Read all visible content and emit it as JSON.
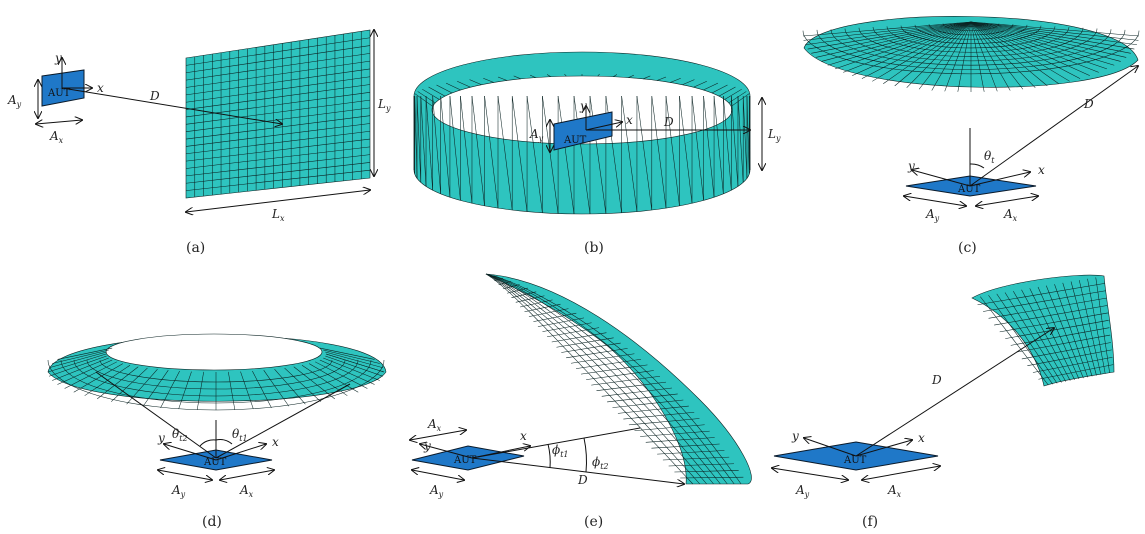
{
  "colors": {
    "mesh": "#2ec4bf",
    "plate": "#1f78c8",
    "line": "#111111"
  },
  "captions": [
    "(a)",
    "(b)",
    "(c)",
    "(d)",
    "(e)",
    "(f)"
  ],
  "labels": {
    "aut": "AUT",
    "x": "x",
    "y": "y",
    "D": "D",
    "Ax_main": "A",
    "Ax_sub": "x",
    "Ay_main": "A",
    "Ay_sub": "y",
    "Lx_main": "L",
    "Lx_sub": "x",
    "Ly_main": "L",
    "Ly_sub": "y",
    "theta": "θ",
    "theta_t": "t",
    "theta_t1": "t1",
    "theta_t2": "t2",
    "phi": "ϕ",
    "phi_t1": "t1",
    "phi_t2": "t2"
  }
}
